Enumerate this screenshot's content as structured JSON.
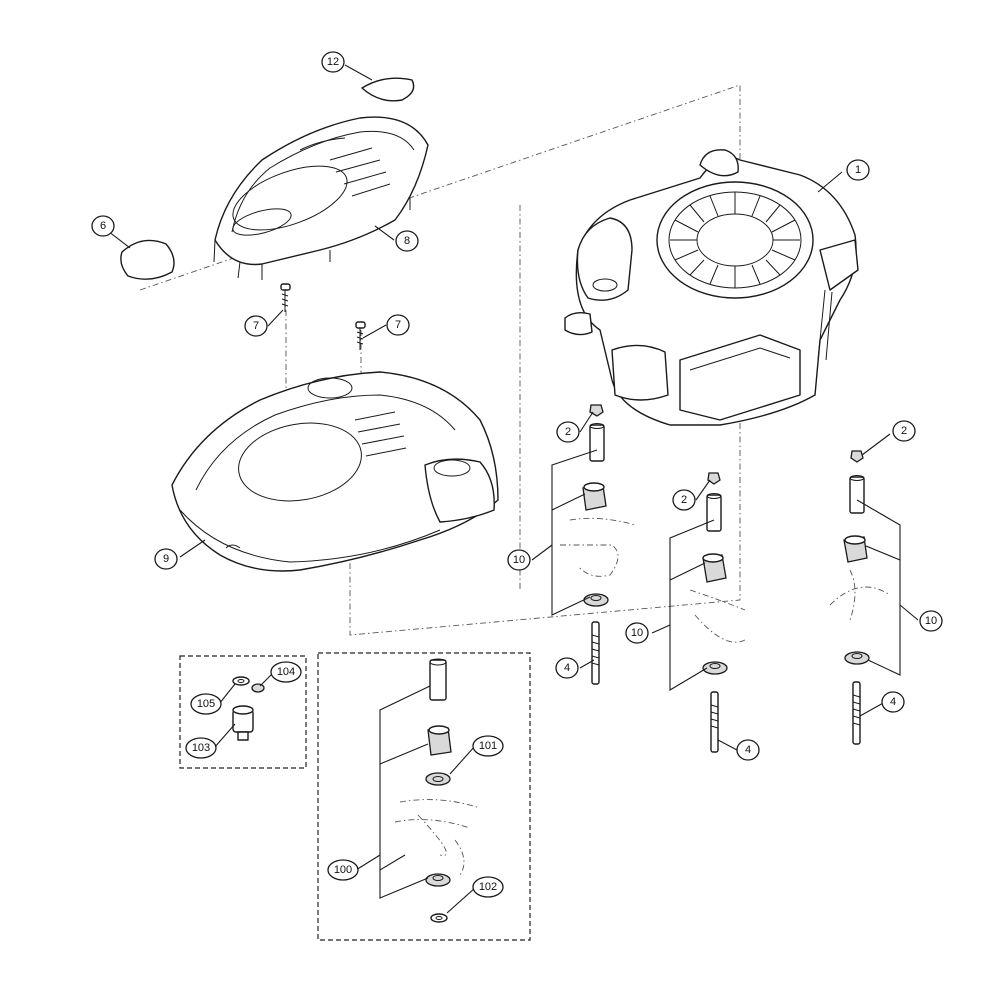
{
  "diagram": {
    "type": "exploded-parts-view",
    "callouts": [
      {
        "id": "c1",
        "label": "1"
      },
      {
        "id": "c2a",
        "label": "2"
      },
      {
        "id": "c2b",
        "label": "2"
      },
      {
        "id": "c2c",
        "label": "2"
      },
      {
        "id": "c4a",
        "label": "4"
      },
      {
        "id": "c4b",
        "label": "4"
      },
      {
        "id": "c4c",
        "label": "4"
      },
      {
        "id": "c6",
        "label": "6"
      },
      {
        "id": "c7a",
        "label": "7"
      },
      {
        "id": "c7b",
        "label": "7"
      },
      {
        "id": "c8",
        "label": "8"
      },
      {
        "id": "c9",
        "label": "9"
      },
      {
        "id": "c10a",
        "label": "10"
      },
      {
        "id": "c10b",
        "label": "10"
      },
      {
        "id": "c10c",
        "label": "10"
      },
      {
        "id": "c12",
        "label": "12"
      },
      {
        "id": "c100",
        "label": "100"
      },
      {
        "id": "c101",
        "label": "101"
      },
      {
        "id": "c102",
        "label": "102"
      },
      {
        "id": "c103",
        "label": "103"
      },
      {
        "id": "c104",
        "label": "104"
      },
      {
        "id": "c105",
        "label": "105"
      }
    ]
  }
}
